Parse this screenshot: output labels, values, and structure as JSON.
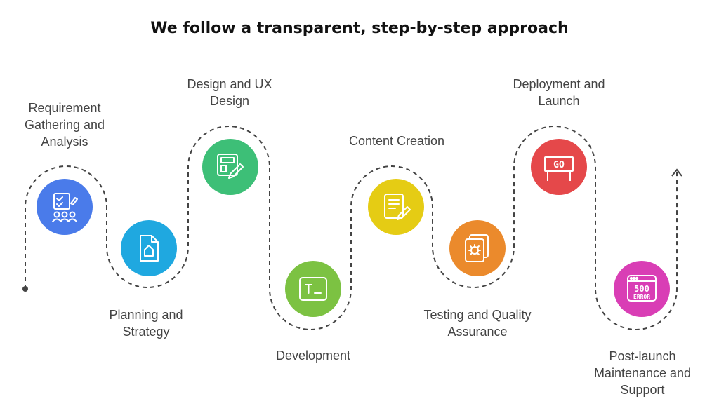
{
  "title": "We follow a transparent, step-by-step approach",
  "steps": [
    {
      "label": "Requirement Gathering and Analysis",
      "color": "#4A7BEA",
      "icon": "requirements-checklist-icon"
    },
    {
      "label": "Planning and Strategy",
      "color": "#1FA8E0",
      "icon": "document-upload-icon"
    },
    {
      "label": "Design and UX Design",
      "color": "#3DBF77",
      "icon": "design-pencil-icon"
    },
    {
      "label": "Development",
      "color": "#7CC242",
      "icon": "terminal-icon"
    },
    {
      "label": "Content Creation",
      "color": "#E5CC14",
      "icon": "content-edit-icon"
    },
    {
      "label": "Testing and Quality Assurance",
      "color": "#EB8A2C",
      "icon": "bug-test-icon"
    },
    {
      "label": "Deployment and Launch",
      "color": "#E5484A",
      "icon": "go-sign-icon"
    },
    {
      "label": "Post-launch Maintenance and Support",
      "color": "#D93EB5",
      "icon": "server-error-icon"
    }
  ],
  "icon_texts": {
    "go": "GO",
    "code": "500",
    "error": "ERROR"
  }
}
